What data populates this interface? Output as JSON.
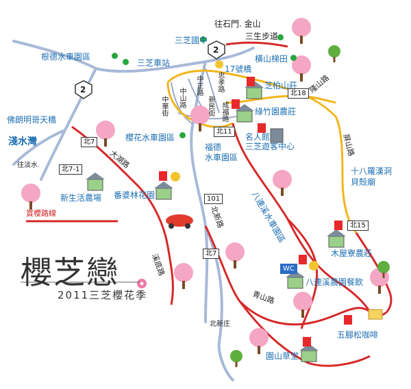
{
  "title": "櫻芝戀",
  "subtitle": "2011三芝櫻花季",
  "legend_label": "賞櫻路線",
  "colors": {
    "cherry_route": "#d62828",
    "mountain_route": "#f2b51c",
    "road": "#9fb4d6",
    "label": "#1f6fb3",
    "poi_dot": "#28a53c"
  },
  "places": {
    "shimen": "往石門. 金山",
    "sansheng": "三生步道",
    "sanzhi_junior": "三芝國中",
    "gende": "根德水車園區",
    "sanzhi_station": "三芝車站",
    "henshan_terrace": "橫山梯田",
    "bridge17": "17號橋",
    "zhibai": "芝柏山莊",
    "luzhu": "綠竹園農莊",
    "folang": "佛朗明哥天橋",
    "danshui_bay": "淺水灣",
    "to_danshui": "往淡水",
    "sakura_wheel": "櫻花水車園區",
    "famous_house": "名人館",
    "visitor_center": "三芝遊客中心",
    "fude_1": "福德",
    "fude_2": "水車園區",
    "newlife": "新生活農場",
    "fanpo": "番婆林花園",
    "shiba_1": "十八羅漢洞",
    "shiba_2": "貝殼廟",
    "mujiu": "木屋寮農莊",
    "baliandong": "八連溪農園餐飲",
    "wujiaosong": "五腳松咖啡",
    "yuanshan": "園山草堂",
    "to_beixinzhuang": "北新庄"
  },
  "roads": {
    "road_2a": "2",
    "road_2b": "2",
    "bei18": "北18",
    "bei11": "北11",
    "bei7": "北7",
    "bei7_1": "北7-1",
    "r101": "101",
    "bei7b": "北7",
    "bei15": "北15",
    "wc": "WC"
  },
  "road_names": {
    "dahu": "大湖路",
    "beixin": "北新路",
    "xidi": "溪底路",
    "qingshan": "青山路",
    "pingshan": "屏山路",
    "longshan": "隆山路",
    "baliandong_scenic": "八連溪水車園區",
    "zhongshan": "中山路",
    "zhongzheng": "中正路",
    "zhonghua": "中華街",
    "zhongxiao": "忠孝路",
    "xinmin": "新民街",
    "chengfu": "成福路"
  }
}
